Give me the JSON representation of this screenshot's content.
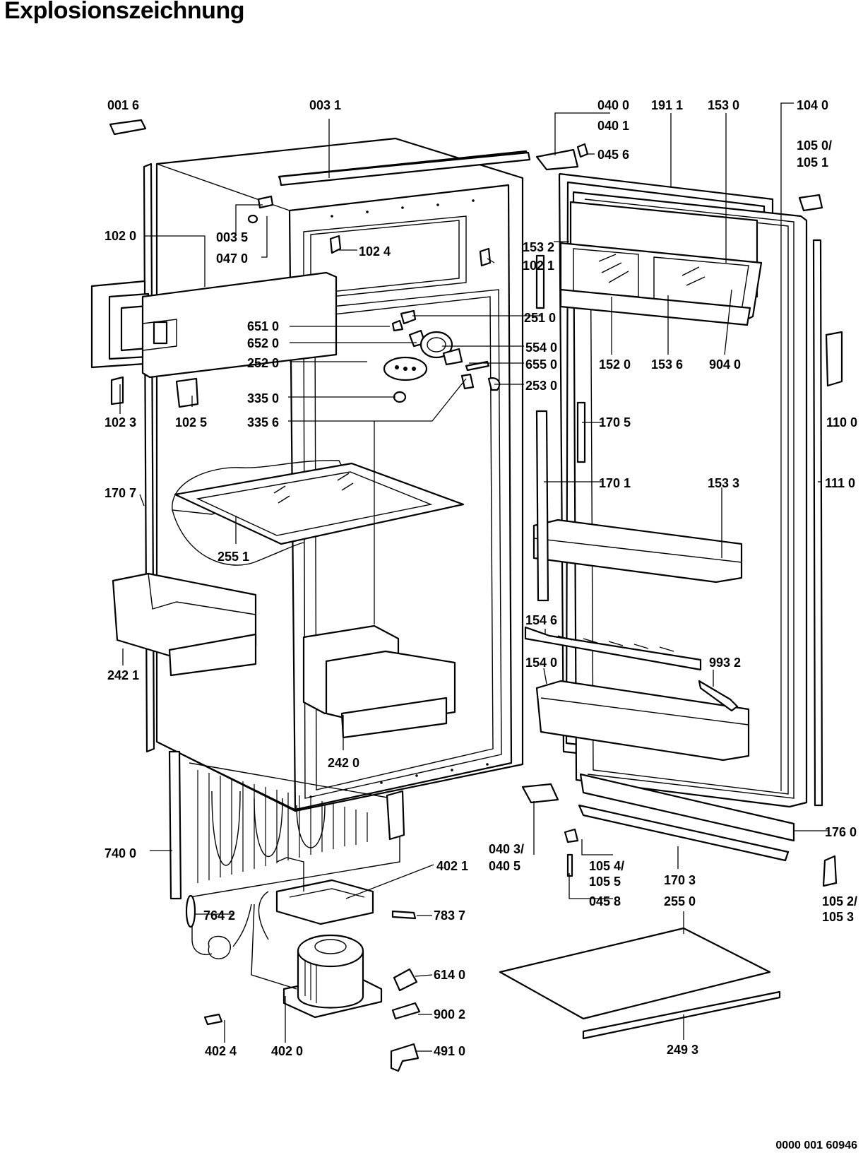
{
  "title": "Explosionszeichnung",
  "footer_code": "0000 001 60946",
  "labels": [
    "001 6",
    "003 1",
    "040 0",
    "040 1",
    "045 6",
    "191 1",
    "153 0",
    "104 0",
    "105 0/",
    "105 1",
    "102 0",
    "003 5",
    "047 0",
    "102 4",
    "153 2",
    "102 1",
    "251 0",
    "651 0",
    "652 0",
    "554 0",
    "252 0",
    "655 0",
    "253 0",
    "152 0",
    "153 6",
    "904 0",
    "102 3",
    "102 5",
    "335 0",
    "335 6",
    "170 5",
    "110 0",
    "170 7",
    "170 1",
    "153 3",
    "111 0",
    "255 1",
    "154 6",
    "242 1",
    "993 2",
    "154 0",
    "242 0",
    "740 0",
    "040 3/",
    "040 5",
    "105 4/",
    "105 5",
    "170 3",
    "045 8",
    "176 0",
    "402 1",
    "105 2/",
    "105 3",
    "764 2",
    "783 7",
    "255 0",
    "614 0",
    "900 2",
    "402 4",
    "402 0",
    "491 0",
    "249 3"
  ]
}
